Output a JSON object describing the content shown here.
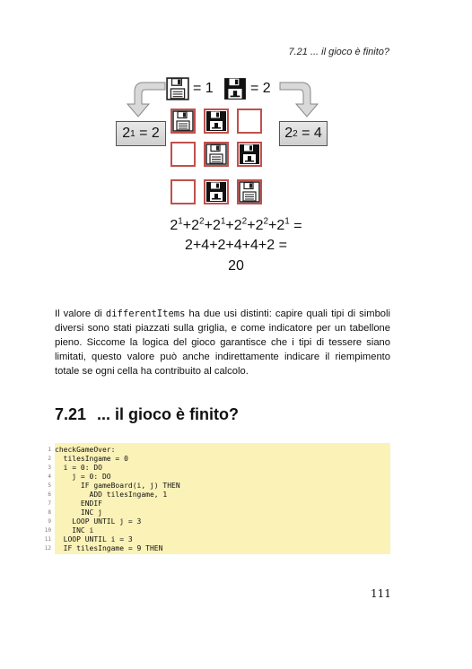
{
  "running_head": "7.21 ... il gioco è finito?",
  "figure": {
    "legend_eq_white": "= 1",
    "legend_eq_black": "= 2",
    "power_left": {
      "base": "2",
      "exp": "1",
      "rest": " = 2"
    },
    "power_right": {
      "base": "2",
      "exp": "2",
      "rest": " = 4"
    },
    "grid": [
      [
        "white",
        "black",
        "empty"
      ],
      [
        "empty",
        "white",
        "black"
      ],
      [
        "empty",
        "black",
        "white"
      ]
    ],
    "sum_line1_parts": [
      {
        "b": "2",
        "e": "1"
      },
      {
        "b": "2",
        "e": "2"
      },
      {
        "b": "2",
        "e": "1"
      },
      {
        "b": "2",
        "e": "2"
      },
      {
        "b": "2",
        "e": "2"
      },
      {
        "b": "2",
        "e": "1"
      }
    ],
    "sum_line1_tail": " =",
    "sum_line2": "2+4+2+4+4+2 =",
    "sum_line3": "20",
    "icons": {
      "white_tile": "floppy-disk-white-icon",
      "black_tile": "floppy-disk-black-icon"
    }
  },
  "paragraph": {
    "part1": "Il valore di ",
    "code": "differentItems",
    "part2": " ha due usi distinti: capire quali tipi di simboli diversi sono stati piazzati sulla griglia, e come indicatore per un tabellone pieno. Siccome la logica del gioco garantisce che i tipi di tessere siano limitati, questo valore può anche indirettamente indicare il riempimento totale se ogni cella ha contribuito al calcolo."
  },
  "section": {
    "number": "7.21",
    "title": "... il gioco è finito?"
  },
  "code_lines": [
    {
      "n": "1",
      "text": "checkGameOver:"
    },
    {
      "n": "2",
      "text": "  tilesIngame = 0"
    },
    {
      "n": "3",
      "text": "  i = 0: DO"
    },
    {
      "n": "4",
      "text": "    j = 0: DO"
    },
    {
      "n": "5",
      "text": "      IF gameBoard(i, j) THEN"
    },
    {
      "n": "6",
      "text": "        ADD tilesIngame, 1"
    },
    {
      "n": "7",
      "text": "      ENDIF"
    },
    {
      "n": "8",
      "text": "      INC j"
    },
    {
      "n": "9",
      "text": "    LOOP UNTIL j = 3"
    },
    {
      "n": "10",
      "text": "    INC i"
    },
    {
      "n": "11",
      "text": "  LOOP UNTIL i = 3"
    },
    {
      "n": "12",
      "text": "  IF tilesIngame = 9 THEN"
    }
  ],
  "page_number": "111"
}
